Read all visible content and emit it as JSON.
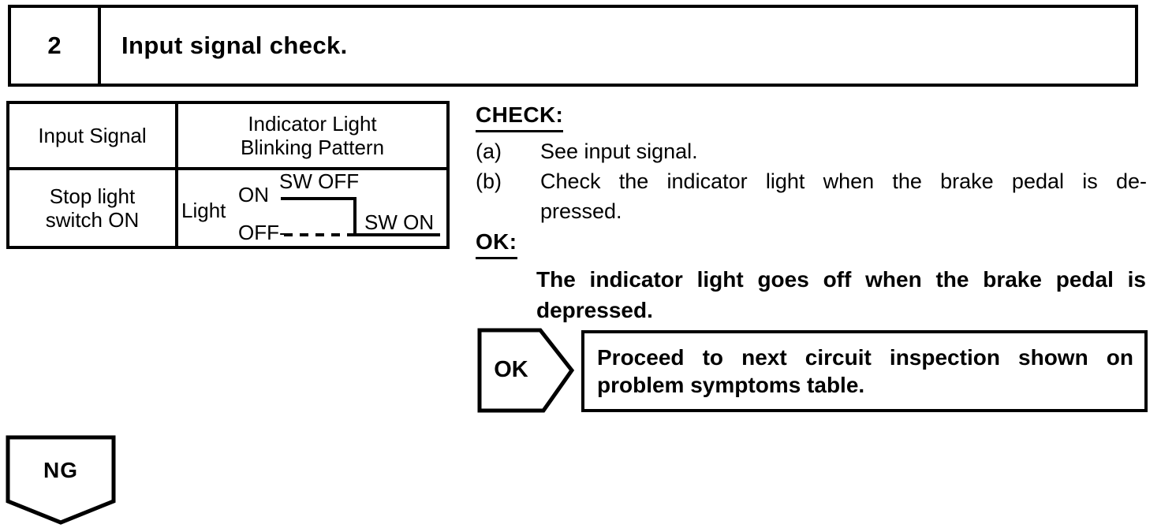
{
  "colors": {
    "paper": "#ffffff",
    "ink": "#000000"
  },
  "step_header": {
    "number": "2",
    "title": "Input signal check."
  },
  "signal_table": {
    "header": {
      "input_signal": "Input Signal",
      "pattern_line1": "Indicator Light",
      "pattern_line2": "Blinking Pattern"
    },
    "row": {
      "condition_line1": "Stop light",
      "condition_line2": "switch ON"
    },
    "waveform": {
      "signal_label": "Light",
      "high_label": "ON",
      "low_label": "OFF-",
      "sw_off_label": "SW OFF",
      "sw_on_label": "SW ON"
    }
  },
  "check": {
    "heading": "CHECK:",
    "item_a": {
      "label": "(a)",
      "text": "See input signal."
    },
    "item_b": {
      "label": "(b)",
      "line1": "Check the indicator light when the brake pedal is de-",
      "line2": "pressed."
    },
    "ok_heading": "OK:",
    "ok_line1": "The indicator light goes off when the brake pedal is",
    "ok_line2": "depressed."
  },
  "ok_flow": {
    "arrow_label": "OK",
    "action_line1": "Proceed to next circuit inspection shown on",
    "action_line2": "problem symptoms table."
  },
  "ng_flow": {
    "arrow_label": "NG"
  }
}
